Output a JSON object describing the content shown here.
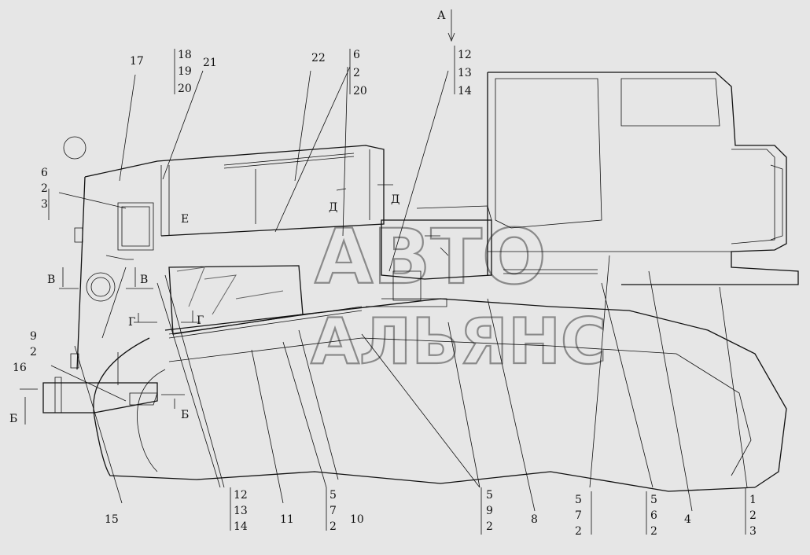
{
  "watermark": {
    "line1": "АВТО",
    "line2": "АЛЬЯНС"
  },
  "view_marks": {
    "A": "А",
    "E": "Е",
    "D": "Д",
    "V": "В",
    "G": "Г",
    "B": "Б"
  },
  "callouts": {
    "c17": "17",
    "c21": "21",
    "c22": "22",
    "c16": "16",
    "c15": "15",
    "c11": "11",
    "c10": "10",
    "c8": "8",
    "c4": "4",
    "s18": [
      "18",
      "19",
      "20"
    ],
    "s6a": [
      "6",
      "2",
      "20"
    ],
    "s12top": [
      "12",
      "13",
      "14"
    ],
    "s6b": [
      "6",
      "2",
      "3"
    ],
    "s9": [
      "9",
      "2"
    ],
    "s12bot": [
      "12",
      "13",
      "14"
    ],
    "s572a": [
      "5",
      "7",
      "2"
    ],
    "s592": [
      "5",
      "9",
      "2"
    ],
    "s572b": [
      "5",
      "7",
      "2"
    ],
    "s562": [
      "5",
      "6",
      "2"
    ],
    "s123": [
      "1",
      "2",
      "3"
    ]
  }
}
